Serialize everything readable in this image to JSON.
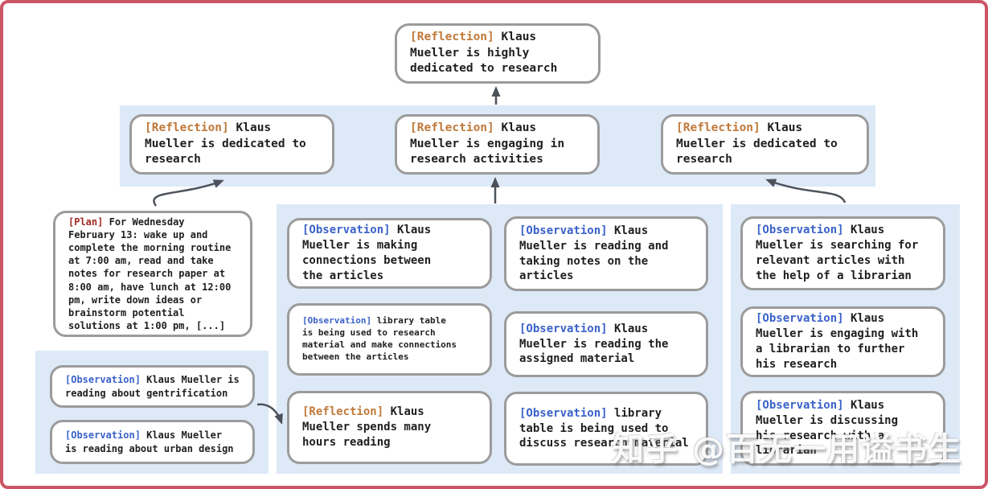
{
  "palette": {
    "frame_red": "#cb5566",
    "panel_blue": "#dde9f7",
    "box_border": "#9b9b9b",
    "tag_reflection": "#c0793a",
    "tag_observation": "#3a62c9",
    "tag_plan": "#9e2a20",
    "arrow": "#4d525a",
    "text": "#1f1f1f"
  },
  "watermark": {
    "text": "知乎 @百无一用谥书生"
  },
  "nodes": {
    "top": {
      "tag": "[Reflection]",
      "text": "Klaus\nMueller is highly\ndedicated to research"
    },
    "row2": [
      {
        "tag": "[Reflection]",
        "text": "Klaus\nMueller is dedicated to\nresearch"
      },
      {
        "tag": "[Reflection]",
        "text": "Klaus\nMueller is engaging in\nresearch activities"
      },
      {
        "tag": "[Reflection]",
        "text": "Klaus\nMueller is dedicated to\nresearch"
      }
    ],
    "plan": {
      "tag": "[Plan]",
      "text": "For Wednesday\nFebruary 13: wake up and\ncomplete the morning routine\nat 7:00 am, read and take\nnotes for research paper at\n8:00 am, have lunch at 12:00\npm, write down ideas or\nbrainstorm potential\nsolutions at 1:00 pm, [...]"
    },
    "left_group": [
      {
        "tag": "[Observation]",
        "text": "Klaus Mueller is\nreading about gentrification"
      },
      {
        "tag": "[Observation]",
        "text": "Klaus Mueller\nis reading about urban design"
      }
    ],
    "mid_col1": [
      {
        "tag": "[Observation]",
        "text": "Klaus\nMueller is making\nconnections between\nthe articles"
      },
      {
        "tag": "[Observation]",
        "text": "library table\nis being used to research\nmaterial and make connections\nbetween the articles"
      },
      {
        "tag": "[Reflection]",
        "text": "Klaus\nMueller spends many\nhours reading"
      }
    ],
    "mid_col2": [
      {
        "tag": "[Observation]",
        "text": "Klaus\nMueller is reading and\ntaking notes on the\narticles"
      },
      {
        "tag": "[Observation]",
        "text": "Klaus\nMueller is reading the\nassigned material"
      },
      {
        "tag": "[Observation]",
        "text": "library\ntable is being used to\ndiscuss research material"
      }
    ],
    "right_group": [
      {
        "tag": "[Observation]",
        "text": "Klaus\nMueller is searching for\nrelevant articles with\nthe help of a librarian"
      },
      {
        "tag": "[Observation]",
        "text": "Klaus\nMueller is engaging with\na librarian to further\nhis research"
      },
      {
        "tag": "[Observation]",
        "text": "Klaus\nMueller is discussing\nhis research with a\nlibrarian"
      }
    ]
  }
}
